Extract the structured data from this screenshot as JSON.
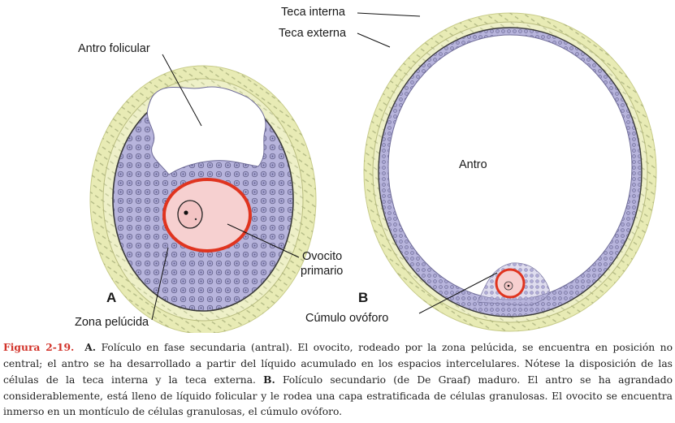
{
  "labels": {
    "teca_interna": "Teca interna",
    "teca_externa": "Teca externa",
    "antro_folicular": "Antro folicular",
    "ovocito_primario_1": "Ovocito",
    "ovocito_primario_2": "primario",
    "zona_pelucida": "Zona pelúcida",
    "antro": "Antro",
    "cumulo_ovoforo": "Cúmulo ovóforo",
    "panel_a": "A",
    "panel_b": "B"
  },
  "caption": {
    "figure_number": "Figura 2-19.",
    "panel_a_marker": "A.",
    "panel_a_text": "Folículo en fase secundaria (antral). El ovocito, rodeado por la zona pelúcida, se encuentra en posición no central; el antro se ha desarrollado a partir del líquido acumulado en los espacios intercelulares. Nótese la disposición de las células de la teca interna y la teca externa.",
    "panel_b_marker": "B.",
    "panel_b_text": "Folículo secundario (de De Graaf) maduro. El antro se ha agrandado considerablemente, está lleno de líquido folicular y le rodea una capa estratificada de células granulosas. El ovocito se encuentra inmerso en un montículo de células granulosas, el cúmulo ovóforo."
  },
  "colors": {
    "theca": "#e8ebb5",
    "granulosa": "#b7b4dc",
    "antrum": "#ffffff",
    "oocyte": "#f6d0d0",
    "zona_pellucida": "#e0341f",
    "caption_accent": "#d2332a"
  }
}
